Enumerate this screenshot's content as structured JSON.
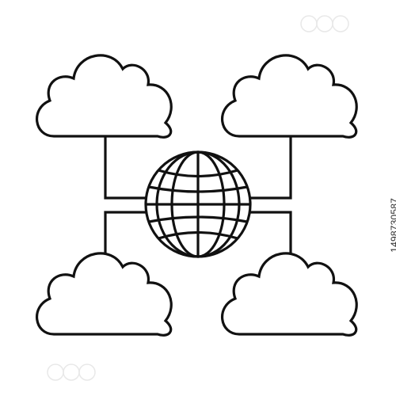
{
  "illustration": {
    "icon_name": "cloud-network-globe-icon",
    "stroke_color": "#111111",
    "fill_color": "#ffffff",
    "background_color": "#ffffff",
    "parts": {
      "globe": "globe-icon",
      "clouds": [
        "cloud-icon",
        "cloud-icon",
        "cloud-icon",
        "cloud-icon"
      ],
      "connectors": "connector-lines"
    }
  },
  "watermark": {
    "stock_id": "1498730587",
    "brand_mark": "stock-watermark-logo"
  }
}
